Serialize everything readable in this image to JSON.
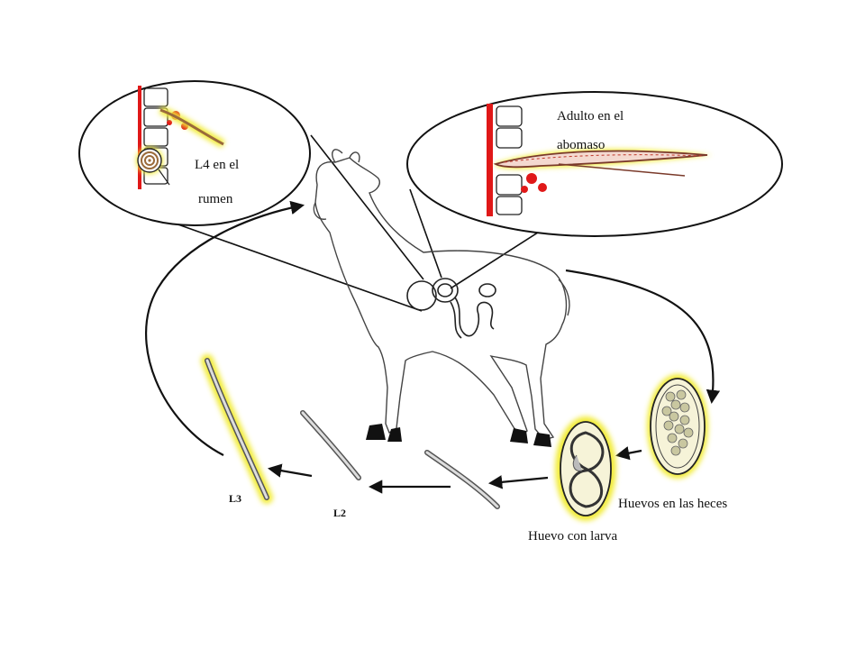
{
  "labels": {
    "l4_line1": "L4 en el",
    "l4_line2": "rumen",
    "adult_line1": "Adulto en el",
    "adult_line2": "abomaso",
    "eggs_feces": "Huevos en las heces",
    "egg_larva": "Huevo con larva",
    "l3": "L3",
    "l2": "L2"
  },
  "colors": {
    "highlight": "#f2ec3a",
    "blood": "#e01818",
    "worm": "#9a6a3a",
    "outline": "#1a1a1a"
  }
}
